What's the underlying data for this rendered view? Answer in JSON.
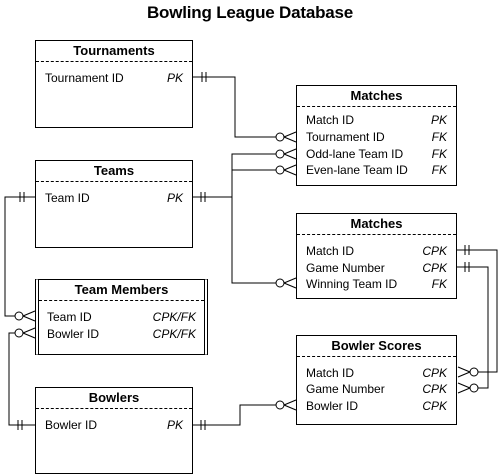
{
  "title": "Bowling League Database",
  "entities": {
    "tournaments": {
      "name": "Tournaments",
      "attributes": [
        {
          "name": "Tournament ID",
          "key": "PK"
        }
      ]
    },
    "matches_main": {
      "name": "Matches",
      "attributes": [
        {
          "name": "Match ID",
          "key": "PK"
        },
        {
          "name": "Tournament ID",
          "key": "FK"
        },
        {
          "name": "Odd-lane Team ID",
          "key": "FK"
        },
        {
          "name": "Even-lane Team ID",
          "key": "FK"
        }
      ]
    },
    "teams": {
      "name": "Teams",
      "attributes": [
        {
          "name": "Team ID",
          "key": "PK"
        }
      ]
    },
    "matches_games": {
      "name": "Matches",
      "attributes": [
        {
          "name": "Match ID",
          "key": "CPK"
        },
        {
          "name": "Game Number",
          "key": "CPK"
        },
        {
          "name": "Winning Team ID",
          "key": "FK"
        }
      ]
    },
    "team_members": {
      "name": "Team Members",
      "attributes": [
        {
          "name": "Team ID",
          "key": "CPK/FK"
        },
        {
          "name": "Bowler ID",
          "key": "CPK/FK"
        }
      ]
    },
    "bowler_scores": {
      "name": "Bowler Scores",
      "attributes": [
        {
          "name": "Match ID",
          "key": "CPK"
        },
        {
          "name": "Game Number",
          "key": "CPK"
        },
        {
          "name": "Bowler ID",
          "key": "CPK"
        }
      ]
    },
    "bowlers": {
      "name": "Bowlers",
      "attributes": [
        {
          "name": "Bowler ID",
          "key": "PK"
        }
      ]
    }
  }
}
